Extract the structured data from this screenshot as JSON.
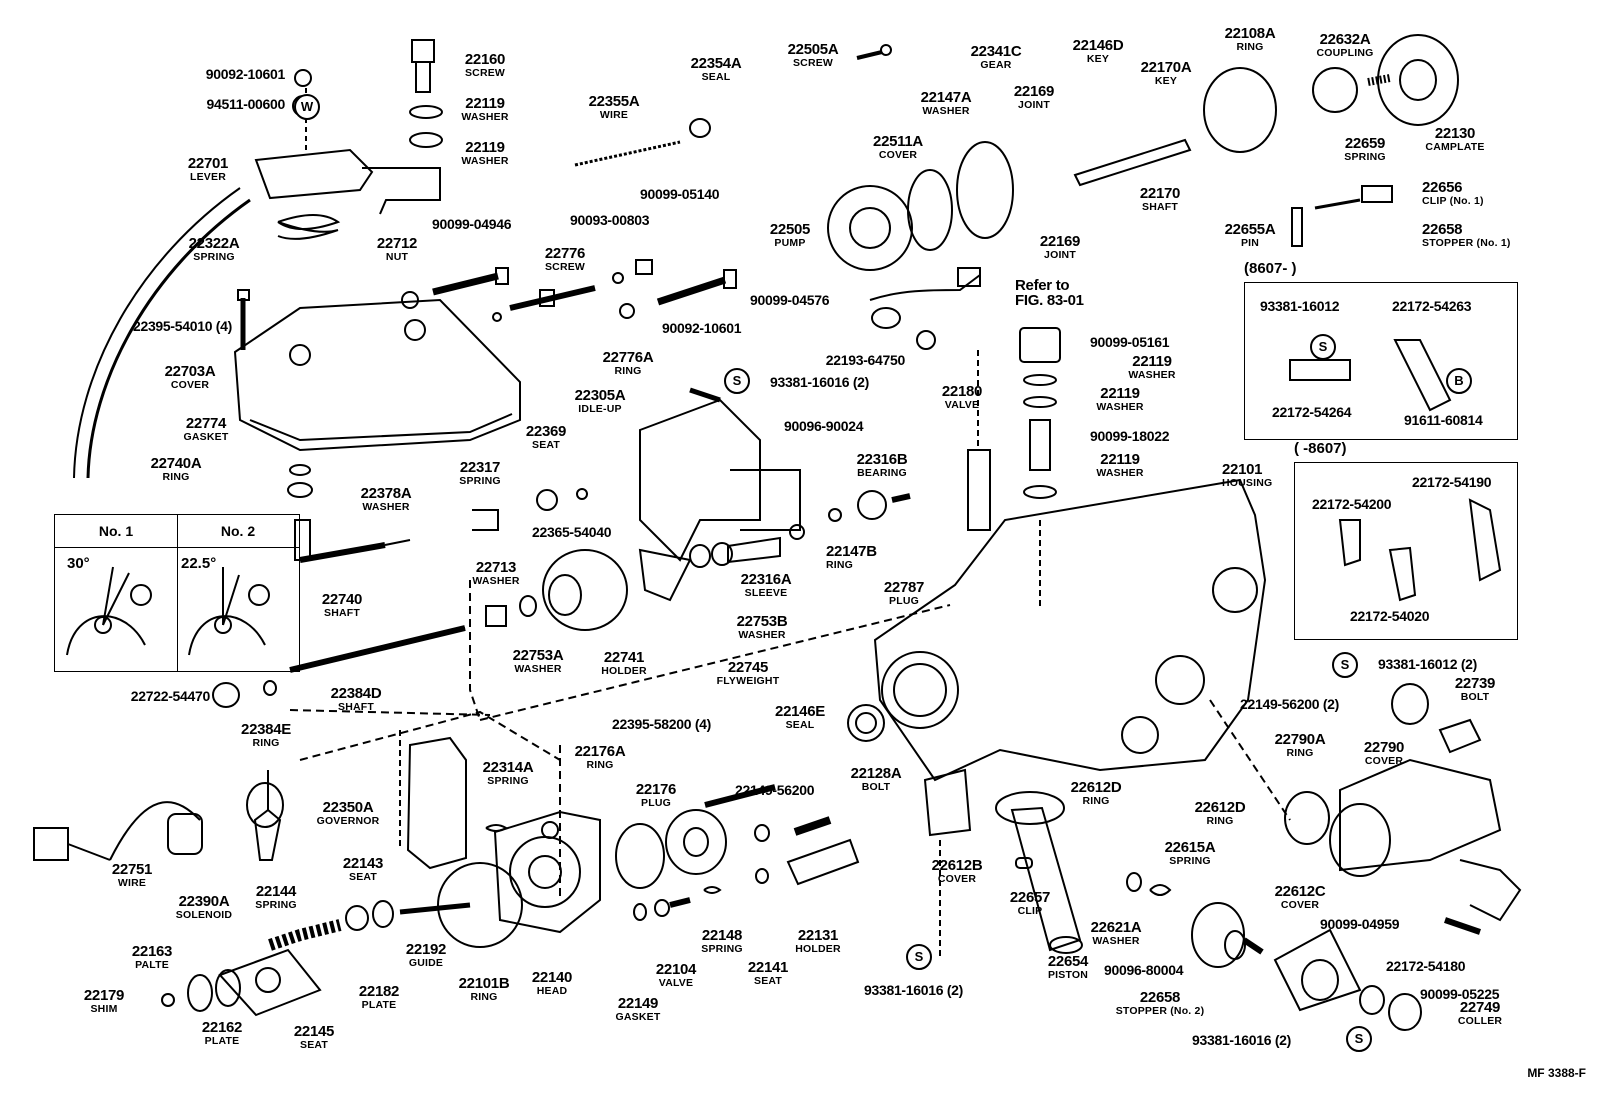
{
  "parts": {
    "p22160": {
      "no": "22160",
      "name": "SCREW"
    },
    "p90092a": {
      "no": "90092-10601"
    },
    "p94511": {
      "no": "94511-00600"
    },
    "p22119a": {
      "no": "22119",
      "name": "WASHER"
    },
    "p22119b": {
      "no": "22119",
      "name": "WASHER"
    },
    "p22701": {
      "no": "22701",
      "name": "LEVER"
    },
    "p22322A": {
      "no": "22322A",
      "name": "SPRING"
    },
    "p22354A": {
      "no": "22354A",
      "name": "SEAL"
    },
    "p22355A": {
      "no": "22355A",
      "name": "WIRE"
    },
    "p22505A": {
      "no": "22505A",
      "name": "SCREW"
    },
    "p22341C": {
      "no": "22341C",
      "name": "GEAR"
    },
    "p22146D": {
      "no": "22146D",
      "name": "KEY"
    },
    "p22108A": {
      "no": "22108A",
      "name": "RING"
    },
    "p22632A": {
      "no": "22632A",
      "name": "COUPLING"
    },
    "p22147A": {
      "no": "22147A",
      "name": "WASHER"
    },
    "p22169a": {
      "no": "22169",
      "name": "JOINT"
    },
    "p22170A": {
      "no": "22170A",
      "name": "KEY"
    },
    "p22659": {
      "no": "22659",
      "name": "SPRING"
    },
    "p22130": {
      "no": "22130",
      "name": "CAMPLATE"
    },
    "p22511A": {
      "no": "22511A",
      "name": "COVER"
    },
    "p22170": {
      "no": "22170",
      "name": "SHAFT"
    },
    "p22656": {
      "no": "22656",
      "name": "CLIP (No. 1)"
    },
    "p22505": {
      "no": "22505",
      "name": "PUMP"
    },
    "p22169b": {
      "no": "22169",
      "name": "JOINT"
    },
    "p22655A": {
      "no": "22655A",
      "name": "PIN"
    },
    "p22658a": {
      "no": "22658",
      "name": "STOPPER (No. 1)"
    },
    "p90099_05140": {
      "no": "90099-05140"
    },
    "p90093": {
      "no": "90093-00803"
    },
    "p90099_04946": {
      "no": "90099-04946"
    },
    "p22712": {
      "no": "22712",
      "name": "NUT"
    },
    "p22776": {
      "no": "22776",
      "name": "SCREW"
    },
    "p90099_04576": {
      "no": "90099-04576"
    },
    "p90092b": {
      "no": "90092-10601"
    },
    "p22395a": {
      "no": "22395-54010 (4)"
    },
    "p22776A": {
      "no": "22776A",
      "name": "RING"
    },
    "p22703A": {
      "no": "22703A",
      "name": "COVER"
    },
    "p22774": {
      "no": "22774",
      "name": "GASKET"
    },
    "p22305A": {
      "no": "22305A",
      "name": "IDLE-UP"
    },
    "p93381_s1": {
      "no": "93381-16016 (2)"
    },
    "p22193": {
      "no": "22193-64750"
    },
    "p90099_05161": {
      "no": "90099-05161"
    },
    "p22119c": {
      "no": "22119",
      "name": "WASHER"
    },
    "p22119d": {
      "no": "22119",
      "name": "WASHER"
    },
    "p22180": {
      "no": "22180",
      "name": "VALVE"
    },
    "p90099_18022": {
      "no": "90099-18022"
    },
    "p22119e": {
      "no": "22119",
      "name": "WASHER"
    },
    "p22740A": {
      "no": "22740A",
      "name": "RING"
    },
    "p22378A": {
      "no": "22378A",
      "name": "WASHER"
    },
    "p22369": {
      "no": "22369",
      "name": "SEAT"
    },
    "p90096_90024": {
      "no": "90096-90024"
    },
    "p22316B": {
      "no": "22316B",
      "name": "BEARING"
    },
    "p22317": {
      "no": "22317",
      "name": "SPRING"
    },
    "p22365": {
      "no": "22365-54040"
    },
    "p22147B": {
      "no": "22147B",
      "name": "RING"
    },
    "p22787": {
      "no": "22787",
      "name": "PLUG"
    },
    "p22101": {
      "no": "22101",
      "name": "HOUSING"
    },
    "p22740": {
      "no": "22740",
      "name": "SHAFT"
    },
    "p22713": {
      "no": "22713",
      "name": "WASHER"
    },
    "p22316A": {
      "no": "22316A",
      "name": "SLEEVE"
    },
    "p22753B": {
      "no": "22753B",
      "name": "WASHER"
    },
    "p22753A": {
      "no": "22753A",
      "name": "WASHER"
    },
    "p22741": {
      "no": "22741",
      "name": "HOLDER"
    },
    "p22745": {
      "no": "22745",
      "name": "FLYWEIGHT"
    },
    "p22722": {
      "no": "22722-54470"
    },
    "p22384D": {
      "no": "22384D",
      "name": "SHAFT"
    },
    "p22384E": {
      "no": "22384E",
      "name": "RING"
    },
    "p22395b": {
      "no": "22395-58200 (4)"
    },
    "p22146E": {
      "no": "22146E",
      "name": "SEAL"
    },
    "p22314A": {
      "no": "22314A",
      "name": "SPRING"
    },
    "p22176A": {
      "no": "22176A",
      "name": "RING"
    },
    "p22176": {
      "no": "22176",
      "name": "PLUG"
    },
    "p22149_56200a": {
      "no": "22149-56200"
    },
    "p22128A": {
      "no": "22128A",
      "name": "BOLT"
    },
    "p22350A": {
      "no": "22350A",
      "name": "GOVERNOR"
    },
    "p22612D_a": {
      "no": "22612D",
      "name": "RING"
    },
    "p22751": {
      "no": "22751",
      "name": "WIRE"
    },
    "p22390A": {
      "no": "22390A",
      "name": "SOLENOID"
    },
    "p22143": {
      "no": "22143",
      "name": "SEAT"
    },
    "p22144": {
      "no": "22144",
      "name": "SPRING"
    },
    "p22163": {
      "no": "22163",
      "name": "PALTE"
    },
    "p22179": {
      "no": "22179",
      "name": "SHIM"
    },
    "p22162": {
      "no": "22162",
      "name": "PLATE"
    },
    "p22145": {
      "no": "22145",
      "name": "SEAT"
    },
    "p22182": {
      "no": "22182",
      "name": "PLATE"
    },
    "p22192": {
      "no": "22192",
      "name": "GUIDE"
    },
    "p22101B": {
      "no": "22101B",
      "name": "RING"
    },
    "p22140": {
      "no": "22140",
      "name": "HEAD"
    },
    "p22149": {
      "no": "22149",
      "name": "GASKET"
    },
    "p22104": {
      "no": "22104",
      "name": "VALVE"
    },
    "p22148": {
      "no": "22148",
      "name": "SPRING"
    },
    "p22141": {
      "no": "22141",
      "name": "SEAT"
    },
    "p22131": {
      "no": "22131",
      "name": "HOLDER"
    },
    "p22612B": {
      "no": "22612B",
      "name": "COVER"
    },
    "p22657": {
      "no": "22657",
      "name": "CLIP"
    },
    "p22654": {
      "no": "22654",
      "name": "PISTON"
    },
    "p22621A": {
      "no": "22621A",
      "name": "WASHER"
    },
    "p22612D_b": {
      "no": "22612D",
      "name": "RING"
    },
    "p22615A": {
      "no": "22615A",
      "name": "SPRING"
    },
    "p22612C": {
      "no": "22612C",
      "name": "COVER"
    },
    "p90096_80004": {
      "no": "90096-80004"
    },
    "p22658b": {
      "no": "22658",
      "name": "STOPPER (No. 2)"
    },
    "p93381_s2": {
      "no": "93381-16016 (2)"
    },
    "p93381_s3": {
      "no": "93381-16016 (2)"
    },
    "p93381_s4": {
      "no": "93381-16012 (2)"
    },
    "p22149_56200b": {
      "no": "22149-56200 (2)"
    },
    "p22739": {
      "no": "22739",
      "name": "BOLT"
    },
    "p22790A": {
      "no": "22790A",
      "name": "RING"
    },
    "p22790": {
      "no": "22790",
      "name": "COVER"
    },
    "p90099_04959": {
      "no": "90099-04959"
    },
    "p22172_54180": {
      "no": "22172-54180"
    },
    "p90099_05225": {
      "no": "90099-05225"
    },
    "p22749": {
      "no": "22749",
      "name": "COLLER"
    },
    "p93381_16012": {
      "no": "93381-16012"
    },
    "p22172_54263": {
      "no": "22172-54263"
    },
    "p22172_54264": {
      "no": "22172-54264"
    },
    "p91611": {
      "no": "91611-60814"
    },
    "p22172_54190": {
      "no": "22172-54190"
    },
    "p22172_54200": {
      "no": "22172-54200"
    },
    "p22172_54020": {
      "no": "22172-54020"
    }
  },
  "refer": {
    "line1": "Refer to",
    "line2": "FIG. 83-01"
  },
  "date_from": "(8607-      )",
  "date_to": "(      -8607)",
  "table": {
    "col1": "No. 1",
    "col2": "No. 2",
    "angle1": "30°",
    "angle2": "22.5°"
  },
  "symbols": {
    "s": "S",
    "b": "B",
    "w": "W"
  },
  "footer": "MF 3388-F"
}
